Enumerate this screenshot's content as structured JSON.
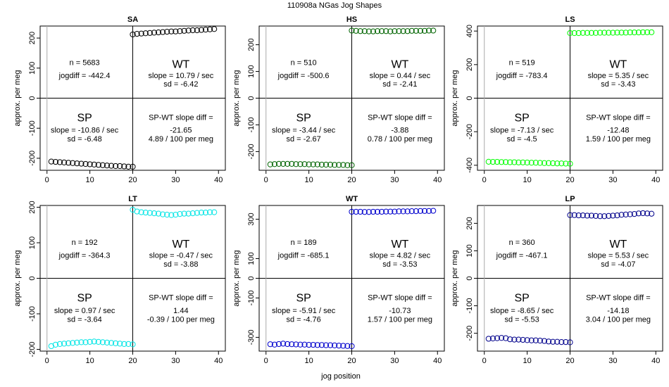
{
  "figure": {
    "title": "110908a   NGas Jog Shapes",
    "xlabel": "jog position",
    "ylabel": "approx. per meg"
  },
  "labels": {
    "wt": "WT",
    "sp": "SP",
    "diff_title": "SP-WT slope diff ="
  },
  "chart_data": [
    {
      "type": "scatter",
      "title": "SA",
      "color": "#000000",
      "xlim": [
        0,
        40
      ],
      "ylim": [
        -240,
        240
      ],
      "xticks": [
        0,
        10,
        20,
        30,
        40
      ],
      "yticks": [
        -200,
        -100,
        0,
        100,
        200
      ],
      "n_text": "n = 5683",
      "jogdiff_text": "jogdiff = -442.4",
      "wt_slope_text": "slope = 10.79 / sec",
      "wt_sd_text": "sd = -6.42",
      "sp_slope_text": "slope = -10.86 / sec",
      "sp_sd_text": "sd = -6.48",
      "diff_value_text": "-21.65",
      "diff_per_text": "4.89 / 100 per meg",
      "sp_x": [
        1,
        2,
        3,
        4,
        5,
        6,
        7,
        8,
        9,
        10,
        11,
        12,
        13,
        14,
        15,
        16,
        17,
        18,
        19,
        20
      ],
      "sp_y": [
        -211,
        -212,
        -213,
        -214,
        -215,
        -216,
        -217,
        -218,
        -219,
        -220,
        -221,
        -222,
        -223,
        -224,
        -225,
        -226,
        -226,
        -227,
        -228,
        -228
      ],
      "wt_x": [
        20,
        21,
        22,
        23,
        24,
        25,
        26,
        27,
        28,
        29,
        30,
        31,
        32,
        33,
        34,
        35,
        36,
        37,
        38,
        39
      ],
      "wt_y": [
        212,
        214,
        215,
        216,
        217,
        218,
        219,
        220,
        221,
        222,
        222,
        223,
        224,
        225,
        226,
        226,
        227,
        228,
        229,
        230
      ]
    },
    {
      "type": "scatter",
      "title": "HS",
      "color": "#006400",
      "xlim": [
        0,
        40
      ],
      "ylim": [
        -270,
        270
      ],
      "xticks": [
        0,
        10,
        20,
        30,
        40
      ],
      "yticks": [
        -200,
        -100,
        0,
        100,
        200
      ],
      "n_text": "n = 510",
      "jogdiff_text": "jogdiff = -500.6",
      "wt_slope_text": "slope = 0.44 / sec",
      "wt_sd_text": "sd = -2.41",
      "sp_slope_text": "slope = -3.44 / sec",
      "sp_sd_text": "sd = -2.67",
      "diff_value_text": "-3.88",
      "diff_per_text": "0.78 / 100 per meg",
      "sp_x": [
        1,
        2,
        3,
        4,
        5,
        6,
        7,
        8,
        9,
        10,
        11,
        12,
        13,
        14,
        15,
        16,
        17,
        18,
        19,
        20
      ],
      "sp_y": [
        -248,
        -247,
        -246,
        -246,
        -246,
        -246,
        -247,
        -247,
        -247,
        -248,
        -248,
        -248,
        -249,
        -249,
        -249,
        -250,
        -250,
        -250,
        -251,
        -251
      ],
      "wt_x": [
        20,
        21,
        22,
        23,
        24,
        25,
        26,
        27,
        28,
        29,
        30,
        31,
        32,
        33,
        34,
        35,
        36,
        37,
        38,
        39
      ],
      "wt_y": [
        253,
        252,
        251,
        251,
        250,
        250,
        251,
        251,
        251,
        250,
        251,
        251,
        251,
        251,
        252,
        252,
        252,
        252,
        253,
        253
      ]
    },
    {
      "type": "scatter",
      "title": "LS",
      "color": "#00ff00",
      "xlim": [
        0,
        40
      ],
      "ylim": [
        -430,
        430
      ],
      "xticks": [
        0,
        10,
        20,
        30,
        40
      ],
      "yticks": [
        -400,
        -200,
        0,
        200,
        400
      ],
      "n_text": "n = 519",
      "jogdiff_text": "jogdiff = -783.4",
      "wt_slope_text": "slope = 5.35 / sec",
      "wt_sd_text": "sd = -3.43",
      "sp_slope_text": "slope = -7.13 / sec",
      "sp_sd_text": "sd = -4.5",
      "diff_value_text": "-12.48",
      "diff_per_text": "1.59 / 100 per meg",
      "sp_x": [
        1,
        2,
        3,
        4,
        5,
        6,
        7,
        8,
        9,
        10,
        11,
        12,
        13,
        14,
        15,
        16,
        17,
        18,
        19,
        20
      ],
      "sp_y": [
        -379,
        -380,
        -380,
        -381,
        -381,
        -382,
        -382,
        -383,
        -383,
        -384,
        -385,
        -385,
        -386,
        -387,
        -387,
        -388,
        -389,
        -389,
        -390,
        -391
      ],
      "wt_x": [
        20,
        21,
        22,
        23,
        24,
        25,
        26,
        27,
        28,
        29,
        30,
        31,
        32,
        33,
        34,
        35,
        36,
        37,
        38,
        39
      ],
      "wt_y": [
        388,
        388,
        388,
        389,
        389,
        389,
        389,
        390,
        390,
        390,
        390,
        391,
        391,
        391,
        392,
        392,
        392,
        393,
        393,
        393
      ]
    },
    {
      "type": "scatter",
      "title": "LT",
      "color": "#00e5e5",
      "xlim": [
        0,
        40
      ],
      "ylim": [
        -205,
        205
      ],
      "xticks": [
        0,
        10,
        20,
        30,
        40
      ],
      "yticks": [
        -200,
        -100,
        0,
        100,
        200
      ],
      "n_text": "n = 192",
      "jogdiff_text": "jogdiff = -364.3",
      "wt_slope_text": "slope = -0.47 / sec",
      "wt_sd_text": "sd = -3.88",
      "sp_slope_text": "slope = 0.97 / sec",
      "sp_sd_text": "sd = -3.64",
      "diff_value_text": "1.44",
      "diff_per_text": "-0.39 / 100 per meg",
      "sp_x": [
        1,
        2,
        3,
        4,
        5,
        6,
        7,
        8,
        9,
        10,
        11,
        12,
        13,
        14,
        15,
        16,
        17,
        18,
        19,
        20
      ],
      "sp_y": [
        -191,
        -187,
        -185,
        -184,
        -183,
        -182,
        -181,
        -180,
        -180,
        -179,
        -178,
        -179,
        -180,
        -181,
        -182,
        -183,
        -184,
        -185,
        -185,
        -186
      ],
      "wt_x": [
        20,
        21,
        22,
        23,
        24,
        25,
        26,
        27,
        28,
        29,
        30,
        31,
        32,
        33,
        34,
        35,
        36,
        37,
        38,
        39
      ],
      "wt_y": [
        193,
        188,
        186,
        185,
        184,
        183,
        182,
        180,
        179,
        178,
        179,
        181,
        182,
        182,
        183,
        184,
        185,
        185,
        186,
        186
      ]
    },
    {
      "type": "scatter",
      "title": "WT",
      "color": "#0000cd",
      "xlim": [
        0,
        40
      ],
      "ylim": [
        -370,
        370
      ],
      "xticks": [
        0,
        10,
        20,
        30,
        40
      ],
      "yticks": [
        -300,
        -100,
        0,
        100,
        300
      ],
      "n_text": "n = 189",
      "jogdiff_text": "jogdiff = -685.1",
      "wt_slope_text": "slope = 4.82 / sec",
      "wt_sd_text": "sd = -3.53",
      "sp_slope_text": "slope = -5.91 / sec",
      "sp_sd_text": "sd = -4.76",
      "diff_value_text": "-10.73",
      "diff_per_text": "1.57 / 100 per meg",
      "sp_x": [
        1,
        2,
        3,
        4,
        5,
        6,
        7,
        8,
        9,
        10,
        11,
        12,
        13,
        14,
        15,
        16,
        17,
        18,
        19,
        20
      ],
      "sp_y": [
        -335,
        -337,
        -334,
        -332,
        -334,
        -335,
        -336,
        -337,
        -337,
        -338,
        -338,
        -339,
        -339,
        -340,
        -340,
        -341,
        -342,
        -343,
        -344,
        -345
      ],
      "wt_x": [
        20,
        21,
        22,
        23,
        24,
        25,
        26,
        27,
        28,
        29,
        30,
        31,
        32,
        33,
        34,
        35,
        36,
        37,
        38,
        39
      ],
      "wt_y": [
        338,
        338,
        338,
        337,
        337,
        338,
        338,
        338,
        339,
        339,
        339,
        340,
        340,
        340,
        341,
        341,
        342,
        342,
        342,
        343
      ]
    },
    {
      "type": "scatter",
      "title": "LP",
      "color": "#00008b",
      "xlim": [
        0,
        40
      ],
      "ylim": [
        -265,
        265
      ],
      "xticks": [
        0,
        10,
        20,
        30,
        40
      ],
      "yticks": [
        -200,
        -100,
        0,
        100,
        200
      ],
      "n_text": "n = 360",
      "jogdiff_text": "jogdiff = -467.1",
      "wt_slope_text": "slope = 5.53 / sec",
      "wt_sd_text": "sd = -4.07",
      "sp_slope_text": "slope = -8.65 / sec",
      "sp_sd_text": "sd = -5.53",
      "diff_value_text": "-14.18",
      "diff_per_text": "3.04 / 100 per meg",
      "sp_x": [
        1,
        2,
        3,
        4,
        5,
        6,
        7,
        8,
        9,
        10,
        11,
        12,
        13,
        14,
        15,
        16,
        17,
        18,
        19,
        20
      ],
      "sp_y": [
        -220,
        -219,
        -218,
        -217,
        -218,
        -222,
        -223,
        -223,
        -224,
        -225,
        -226,
        -226,
        -227,
        -228,
        -230,
        -231,
        -231,
        -232,
        -232,
        -233
      ],
      "wt_x": [
        20,
        21,
        22,
        23,
        24,
        25,
        26,
        27,
        28,
        29,
        30,
        31,
        32,
        33,
        34,
        35,
        36,
        37,
        38,
        39
      ],
      "wt_y": [
        230,
        230,
        229,
        229,
        228,
        228,
        227,
        226,
        226,
        227,
        228,
        229,
        231,
        232,
        233,
        234,
        236,
        237,
        236,
        235
      ]
    }
  ]
}
